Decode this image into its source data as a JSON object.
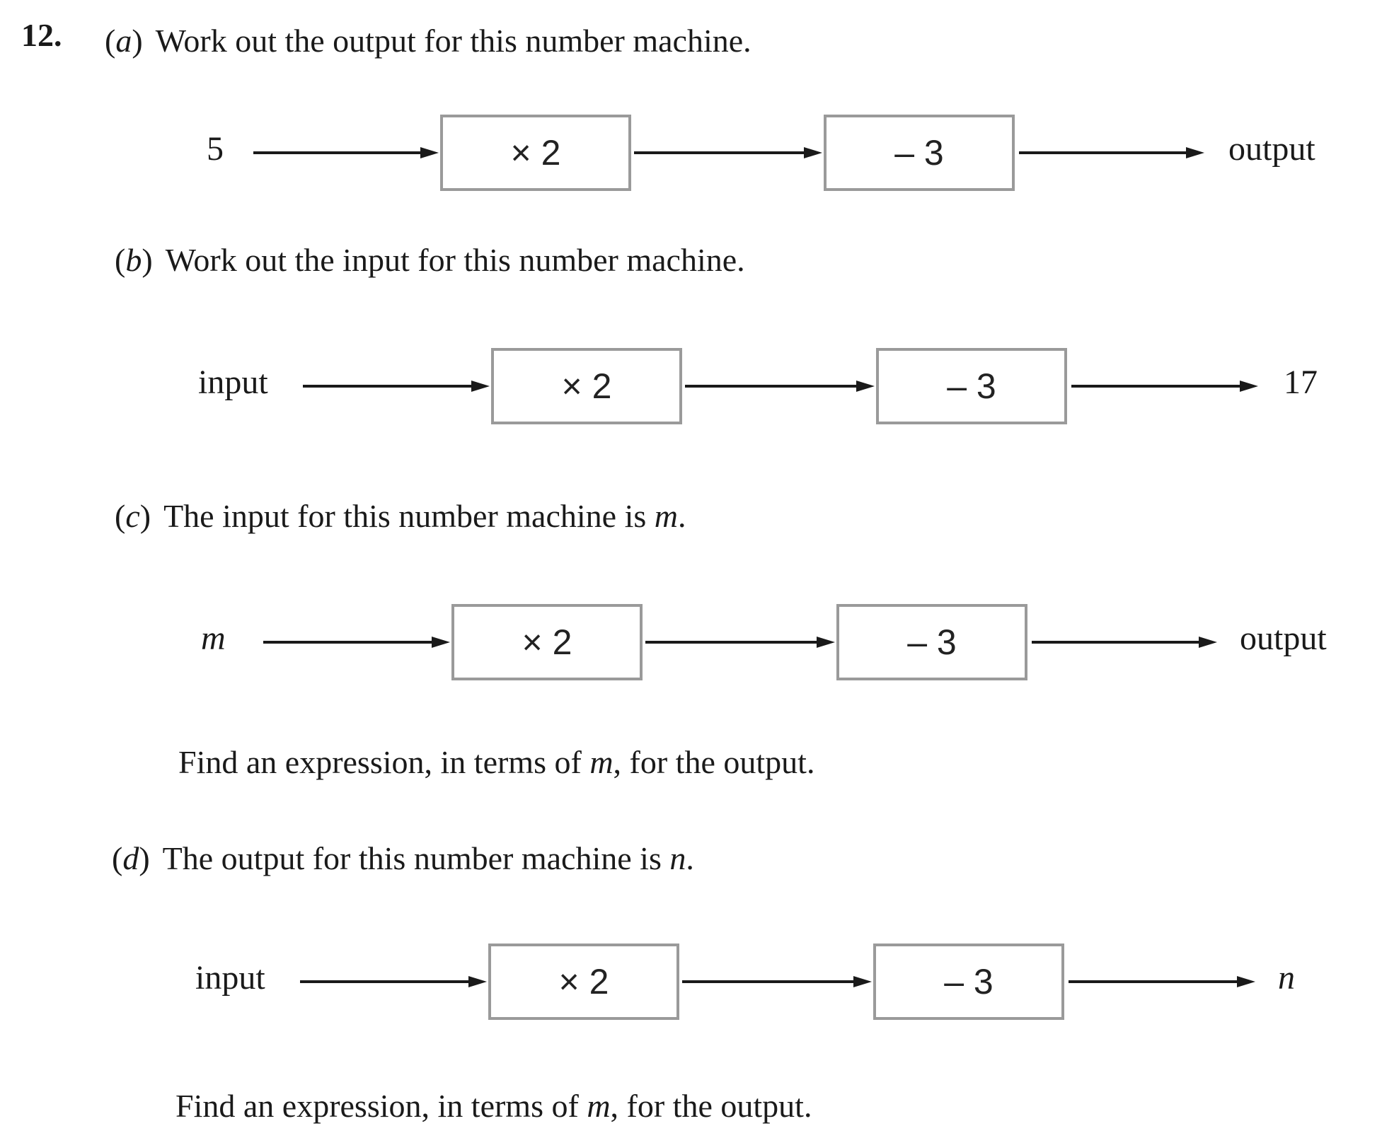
{
  "question": {
    "number": "12."
  },
  "parts": [
    {
      "letter": "a",
      "text": "Work out the output for this number machine.",
      "machine": {
        "input": "5",
        "operations": [
          "× 2",
          "– 3"
        ],
        "output": "output"
      }
    },
    {
      "letter": "b",
      "text": "Work out the input for this number machine.",
      "machine": {
        "input": "input",
        "operations": [
          "× 2",
          "– 3"
        ],
        "output": "17"
      }
    },
    {
      "letter": "c",
      "text_before": "The input for this number machine is",
      "variable": "m",
      "text_after": ".",
      "machine": {
        "input": "m",
        "operations": [
          "× 2",
          "– 3"
        ],
        "output": "output"
      },
      "instruction": {
        "before": "Find an expression, in terms of",
        "variable": "m",
        "after": ", for the output."
      }
    },
    {
      "letter": "d",
      "text_before": "The output for this number machine is",
      "variable": "n",
      "text_after": ".",
      "machine": {
        "input": "input",
        "operations": [
          "× 2",
          "– 3"
        ],
        "output": "n"
      },
      "instruction": {
        "before": "Find an expression, in terms of",
        "variable": "m",
        "after": ", for the output."
      }
    }
  ]
}
